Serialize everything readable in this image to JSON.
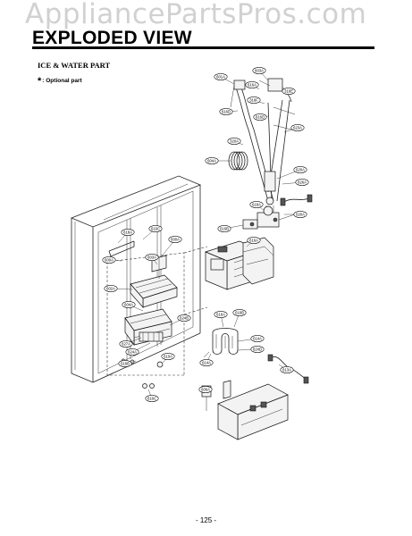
{
  "watermark": "AppliancePartsPros.com",
  "page_title": "EXPLODED VIEW",
  "section_title": "ICE & WATER PART",
  "optional_note": {
    "symbol": "*",
    "text": ": Optional part"
  },
  "page_number": "- 125 -",
  "callouts": [
    {
      "id": "c1",
      "code": "601A"
    },
    {
      "id": "c2",
      "code": "603A"
    },
    {
      "id": "c3",
      "code": "616A"
    },
    {
      "id": "c4",
      "code": "316E"
    },
    {
      "id": "c5",
      "code": "316F"
    },
    {
      "id": "c6",
      "code": "616D"
    },
    {
      "id": "c7",
      "code": "616D"
    },
    {
      "id": "c8",
      "code": "623A"
    },
    {
      "id": "c9",
      "code": "320A"
    },
    {
      "id": "c10",
      "code": "620A"
    },
    {
      "id": "c11",
      "code": "626A"
    },
    {
      "id": "c12",
      "code": "620A"
    },
    {
      "id": "c13",
      "code": "604A"
    },
    {
      "id": "c14",
      "code": "618A"
    },
    {
      "id": "c15",
      "code": "616B"
    },
    {
      "id": "c16",
      "code": "616A"
    },
    {
      "id": "c17",
      "code": "618A"
    },
    {
      "id": "c18",
      "code": "616C"
    },
    {
      "id": "c19",
      "code": "600A"
    },
    {
      "id": "c20",
      "code": "600A"
    },
    {
      "id": "c21",
      "code": "603A"
    },
    {
      "id": "c22",
      "code": "602A"
    },
    {
      "id": "c23",
      "code": "604A"
    },
    {
      "id": "c24",
      "code": "624B"
    },
    {
      "id": "c25",
      "code": "627A"
    },
    {
      "id": "c26",
      "code": "624A"
    },
    {
      "id": "c27",
      "code": "610A"
    },
    {
      "id": "c28",
      "code": "616B"
    },
    {
      "id": "c29",
      "code": "616C"
    },
    {
      "id": "c30",
      "code": "616A"
    },
    {
      "id": "c31",
      "code": "616B"
    },
    {
      "id": "c32",
      "code": "614A"
    },
    {
      "id": "c33",
      "code": "624D"
    },
    {
      "id": "c34",
      "code": "614A"
    },
    {
      "id": "c35",
      "code": "613A"
    },
    {
      "id": "c36",
      "code": "606A"
    }
  ]
}
